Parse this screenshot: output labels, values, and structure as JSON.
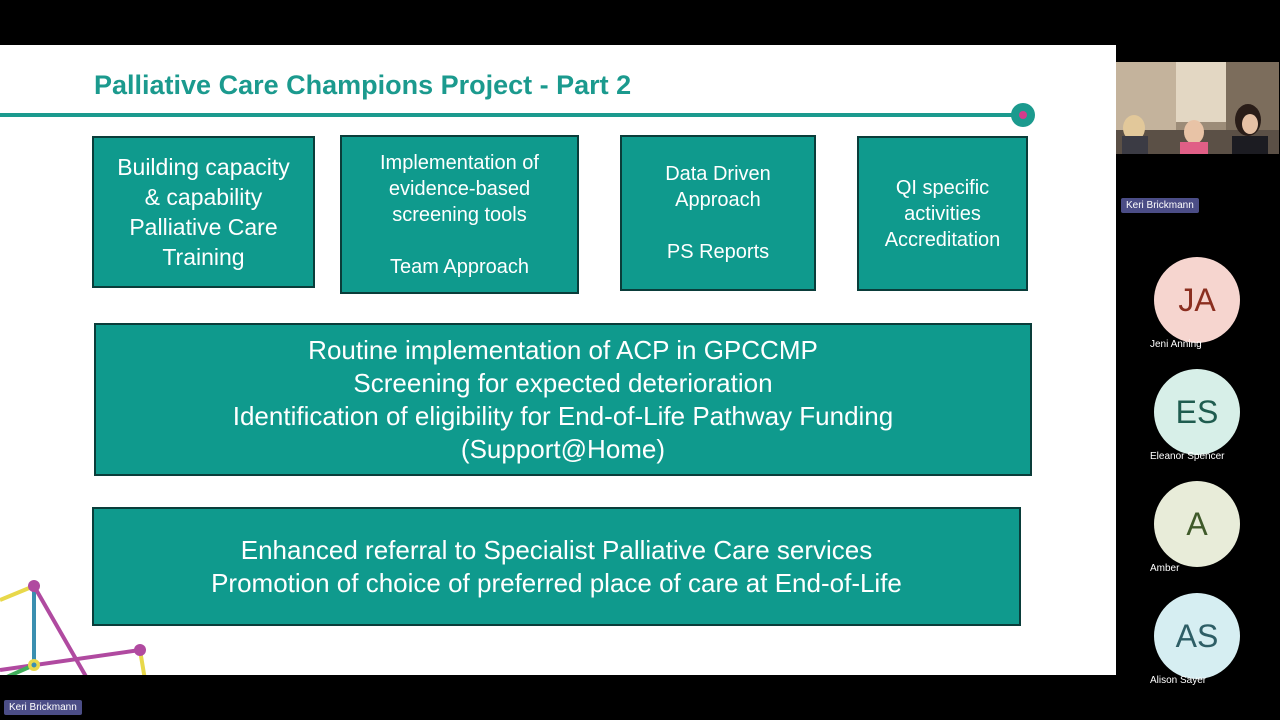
{
  "slide": {
    "title": "Palliative Care Champions Project - Part 2",
    "box1": "Building capacity\n& capability\nPalliative Care\nTraining",
    "box2": "Implementation of\nevidence-based\nscreening tools\n\nTeam Approach",
    "box3": "Data Driven\nApproach\n\nPS Reports",
    "box4": "QI specific\nactivities\nAccreditation",
    "box5": "Routine implementation of ACP in GPCCMP\nScreening for expected deterioration\nIdentification of eligibility for End-of-Life Pathway Funding\n(Support@Home)",
    "box6": "Enhanced referral to Specialist Palliative Care services\nPromotion of choice of preferred place of care at End-of-Life"
  },
  "colors": {
    "accent": "#1b9a8e",
    "box_fill": "#0f9a8d",
    "dot": "#d23c8c"
  },
  "meeting": {
    "active_speaker": "Keri Brickmann",
    "presenter_tag": "Keri Brickmann",
    "participants": [
      {
        "initials": "JA",
        "name": "Jeni Anning",
        "bg": "#f6d5cf",
        "fg": "#8b2e1f"
      },
      {
        "initials": "ES",
        "name": "Eleanor Spencer",
        "bg": "#d7efe8",
        "fg": "#1f5c4f"
      },
      {
        "initials": "A",
        "name": "Amber",
        "bg": "#e8ecd9",
        "fg": "#3f5a2a"
      },
      {
        "initials": "AS",
        "name": "Alison Sayer",
        "bg": "#d6eef2",
        "fg": "#2e5e66"
      }
    ]
  }
}
